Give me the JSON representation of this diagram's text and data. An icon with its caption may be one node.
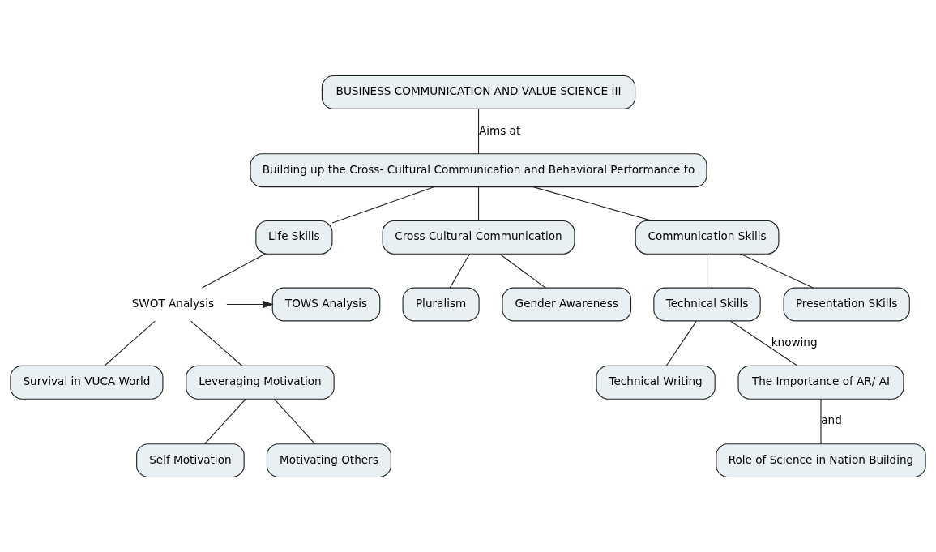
{
  "diagram": {
    "nodes": [
      {
        "text": [
          "BUSINESS COMMUNICATION AND VALUE SCIENCE III"
        ]
      },
      {
        "text": [
          "Building up the Cross- Cultural Communication and Behavioral Performance to"
        ]
      },
      {
        "text": [
          "Life Skills"
        ]
      },
      {
        "text": [
          "Cross Cultural Communication"
        ]
      },
      {
        "text": [
          "Communication Skills"
        ]
      },
      {
        "text": [
          "SWOT Analysis"
        ]
      },
      {
        "text": [
          "TOWS Analysis"
        ]
      },
      {
        "text": [
          "Technical Skills"
        ]
      },
      {
        "text": [
          "Presentation SKills"
        ]
      },
      {
        "text": [
          "Pluralism"
        ]
      },
      {
        "text": [
          "Gender Awareness"
        ]
      },
      {
        "text": [
          "Technical Writing"
        ]
      },
      {
        "text": [
          "Survival in VUCA World"
        ]
      },
      {
        "text": [
          "Leveraging Motivation"
        ]
      },
      {
        "text": [
          "The Importance of AR/ AI"
        ]
      },
      {
        "text": [
          "Self Motivation"
        ]
      },
      {
        "text": [
          "Motivating Others"
        ]
      },
      {
        "text": [
          "Role of Science in Nation Building"
        ]
      }
    ],
    "edges": [
      {
        "from": 0,
        "to": 1,
        "arrow": "none",
        "label": "Aims at"
      },
      {
        "from": 1,
        "to": 2,
        "arrow": "none"
      },
      {
        "from": 1,
        "to": 3,
        "arrow": "none"
      },
      {
        "from": 1,
        "to": 4,
        "arrow": "none"
      },
      {
        "from": 2,
        "to": 5,
        "arrow": "none"
      },
      {
        "from": 5,
        "to": 6,
        "arrow": "to"
      },
      {
        "from": 5,
        "to": 12,
        "arrow": "none"
      },
      {
        "from": 5,
        "to": 13,
        "arrow": "none"
      },
      {
        "from": 13,
        "to": 15,
        "arrow": "none"
      },
      {
        "from": 13,
        "to": 16,
        "arrow": "none"
      },
      {
        "from": 3,
        "to": 9,
        "arrow": "none"
      },
      {
        "from": 3,
        "to": 10,
        "arrow": "none"
      },
      {
        "from": 4,
        "to": 7,
        "arrow": "none"
      },
      {
        "from": 4,
        "to": 8,
        "arrow": "none"
      },
      {
        "from": 7,
        "to": 11,
        "arrow": "none"
      },
      {
        "from": 7,
        "to": 14,
        "arrow": "none",
        "label": "knowing"
      },
      {
        "from": 14,
        "to": 17,
        "arrow": "none",
        "label": "and"
      }
    ]
  }
}
